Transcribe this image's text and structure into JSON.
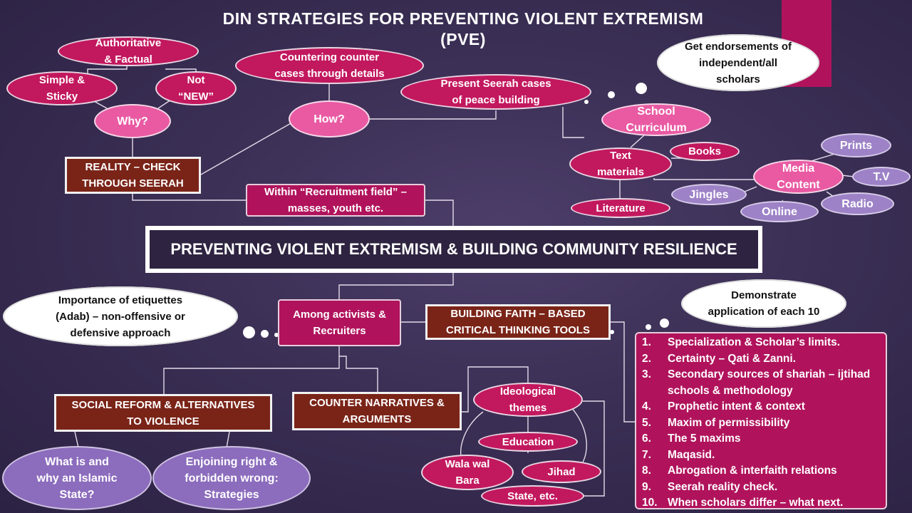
{
  "title": "DIN STRATEGIES FOR PREVENTING VIOLENT EXTREMISM\n(PVE)",
  "central": "PREVENTING VIOLENT EXTREMISM & BUILDING COMMUNITY RESILIENCE",
  "top": {
    "authoritative": "Authoritative\n& Factual",
    "simple_sticky": "Simple &\nSticky",
    "not_new": "Not\n“NEW”",
    "why": "Why?",
    "countering": "Countering counter\ncases through details",
    "how": "How?",
    "seerah_cases": "Present Seerah cases\nof peace building",
    "endorsements": "Get endorsements of\nindependent/all\nscholars",
    "reality_check": "REALITY – CHECK\nTHROUGH SEERAH",
    "recruitment_field": "Within “Recruitment field” –\nmasses, youth etc.",
    "school_curriculum": "School\nCurriculum",
    "text_materials": "Text\nmaterials",
    "books": "Books",
    "literature": "Literature",
    "media_content": "Media\nContent",
    "prints": "Prints",
    "tv": "T.V",
    "jingles": "Jingles",
    "online": "Online",
    "radio": "Radio"
  },
  "bottom": {
    "etiquettes": "Importance of etiquettes\n(Adab) – non-offensive or\ndefensive approach",
    "activists": "Among activists &\nRecruiters",
    "critical_thinking": "BUILDING FAITH – BASED\nCRITICAL THINKING TOOLS",
    "demonstrate": "Demonstrate\napplication of each 10",
    "social_reform": "SOCIAL REFORM & ALTERNATIVES\nTO VIOLENCE",
    "counter_narratives": "COUNTER NARRATIVES &\nARGUMENTS",
    "islamic_state": "What is and\nwhy an Islamic\nState?",
    "enjoining": "Enjoining right &\nforbidden wrong:\nStrategies",
    "ideological": "Ideological\nthemes",
    "education": "Education",
    "wala": "Wala wal\nBara",
    "jihad": "Jihad",
    "state": "State, etc."
  },
  "tools_list": [
    {
      "num": "1.",
      "text": "Specialization & Scholar’s limits."
    },
    {
      "num": "2.",
      "text": "Certainty – Qati & Zanni."
    },
    {
      "num": "3.",
      "text": "Secondary sources of shariah – ijtihad schools & methodology"
    },
    {
      "num": "4.",
      "text": "Prophetic intent & context"
    },
    {
      "num": "5.",
      "text": "Maxim of permissibility"
    },
    {
      "num": "6.",
      "text": "The 5 maxims"
    },
    {
      "num": "7.",
      "text": "Maqasid."
    },
    {
      "num": "8.",
      "text": "Abrogation & interfaith relations"
    },
    {
      "num": "9.",
      "text": "Seerah reality check."
    },
    {
      "num": "10.",
      "text": "When scholars differ – what next."
    }
  ],
  "colors": {
    "background": "#3b2f55",
    "magenta": "#c2185e",
    "pink": "#ec5aa6",
    "lavender": "#9d82c7",
    "brown": "#7a2418"
  }
}
